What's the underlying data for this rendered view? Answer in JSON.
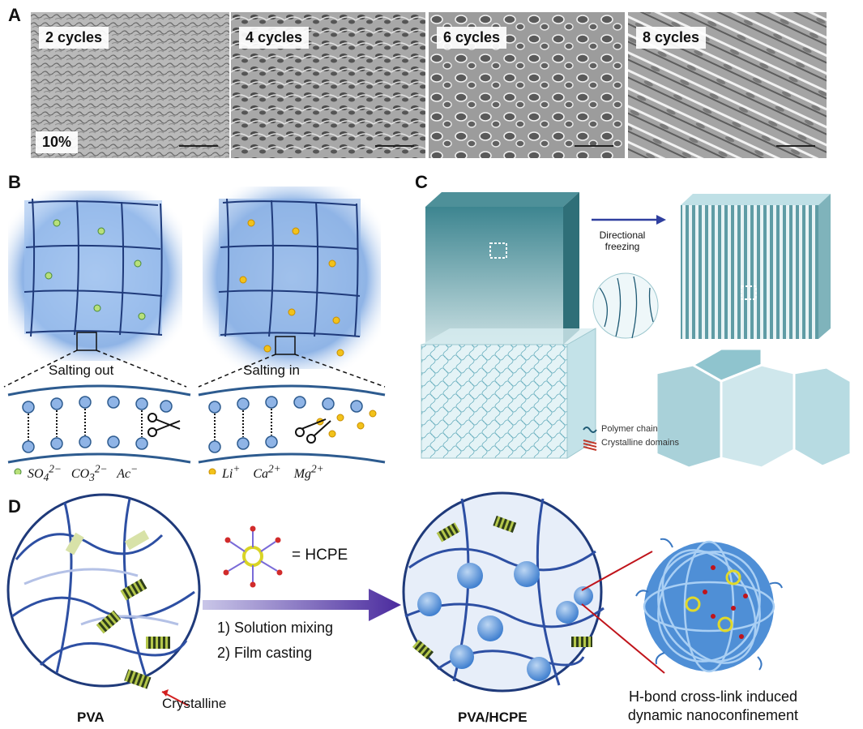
{
  "panels": {
    "A": {
      "letter": "A",
      "images": [
        {
          "label": "2 cycles"
        },
        {
          "label": "4 cycles"
        },
        {
          "label": "6 cycles"
        },
        {
          "label": "8 cycles"
        }
      ],
      "percent_label": "10%"
    },
    "B": {
      "letter": "B",
      "salting_out": {
        "title": "Salting out",
        "ions": [
          "SO",
          "CO",
          "Ac"
        ],
        "ion_color": "#b8e07a"
      },
      "salting_in": {
        "title": "Salting in",
        "ions": [
          "Li",
          "Ca",
          "Mg"
        ],
        "ion_color": "#f2c21b"
      }
    },
    "C": {
      "letter": "C",
      "arrow_label_line1": "Directional",
      "arrow_label_line2": "freezing",
      "legend_polymer": "Polymer chain",
      "legend_crystalline": "Crystalline domains"
    },
    "D": {
      "letter": "D",
      "hcpe_label": "= HCPE",
      "step1": "1) Solution mixing",
      "step2": "2) Film casting",
      "crystalline_label": "Crystalline",
      "pva_label": "PVA",
      "pva_hcpe_label": "PVA/HCPE",
      "caption_line1": "H-bond cross-link induced",
      "caption_line2": "dynamic nanoconfinement"
    }
  },
  "colors": {
    "gel_blue": "#7fa9e0",
    "chain_navy": "#1f3a7a",
    "column_teal": "#2f7b86",
    "crystal_green": "#6f8f3a"
  }
}
